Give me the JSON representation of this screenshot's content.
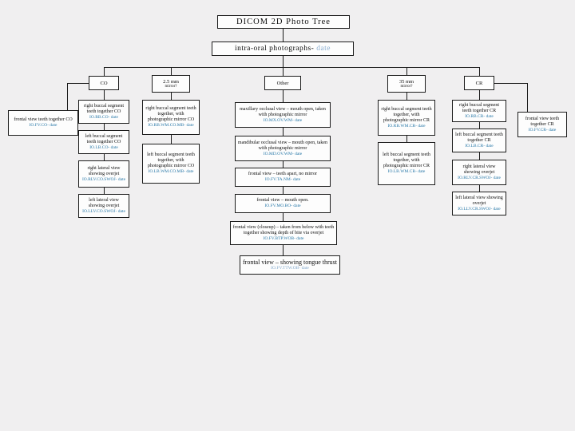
{
  "colors": {
    "background": "#f0eff0",
    "box_background": "#fdfdfd",
    "box_border": "#1c1c1c",
    "code_blue": "#2878a8",
    "date_light_blue": "#8aaed2"
  },
  "header": {
    "title": "DICOM 2D Photo Tree",
    "subtitle": "intra-oral photographs-",
    "subtitle_date": "date"
  },
  "branches": {
    "co": {
      "label": "CO"
    },
    "mirror25": {
      "label": "2.5 mm",
      "sublabel": "mirror?"
    },
    "other": {
      "label": "Other"
    },
    "mirror35": {
      "label": "35 mm",
      "sublabel": "mirror?"
    },
    "cr": {
      "label": "CR"
    }
  },
  "nodes": {
    "fv_co": {
      "text": "frontal view teeth together CO",
      "code": "IO.FV.CO- date"
    },
    "co_rb": {
      "text": "right buccal segment teeth together CO",
      "code": "IO.RB.CO- date"
    },
    "co_lb": {
      "text": "left buccal segment teeth together CO",
      "code": "IO.LB.CO- date"
    },
    "co_rlv": {
      "text": "right lateral view showing overjet",
      "code": "IO.RLV.CO.SWOJ- date"
    },
    "co_llv": {
      "text": "left lateral view showing overjet",
      "code": "IO.LLV.CO.SWOJ- date"
    },
    "m25_rb": {
      "text": "right buccal segment teeth together, with photographic mirror CO",
      "code": "IO.RB.WM.CO.MB- date"
    },
    "m25_lb": {
      "text": "left buccal segment teeth together, with photographic mirror CO",
      "code": "IO.LB.WM.CO.MB- date"
    },
    "other_mx": {
      "text": "maxillary occlusal view – mouth open, taken with photographic mirror",
      "code": "IO.MX.OV.WM- date"
    },
    "other_md": {
      "text": "mandibular occlusal view – mouth open, taken with photographic mirror",
      "code": "IO.MD.OV.WM- date"
    },
    "other_ta": {
      "text": "frontal view – teeth apart, no mirror",
      "code": "IO.FV.TA.NM- date"
    },
    "other_mo": {
      "text": "frontal view – mouth open.",
      "code": "IO.FV.MO.BO- date"
    },
    "other_closeup": {
      "text": "frontal view (closeup) – taken from below with teeth together showing depth of bite via overjet",
      "code": "IO.FV.BTP.WOB- date"
    },
    "other_tongue": {
      "text": "frontal view – showing tongue thrust",
      "code": "IO.FV.TTW.OB- date"
    },
    "m35_rb": {
      "text": "right buccal segment teeth together, with photographic mirror CR",
      "code": "IO.RB.WM.CR- date"
    },
    "m35_lb": {
      "text": "left buccal segment teeth together, with photographic mirror CR",
      "code": "IO.LB.WM.CR- date"
    },
    "cr_rb": {
      "text": "right buccal segment teeth together CR",
      "code": "IO.RB.CR- date"
    },
    "cr_lb": {
      "text": "left buccal segment teeth together CR",
      "code": "IO.LB.CR- date"
    },
    "cr_rlv": {
      "text": "right lateral view showing overjet",
      "code": "IO.RLV.CR.SWOJ- date"
    },
    "cr_llv": {
      "text": "left lateral view showing overjet",
      "code": "IO.LLV.CR.SWOJ- date"
    },
    "fv_cr": {
      "text": "frontal view teeth together CR",
      "code": "IO.FV.CR- date"
    }
  }
}
